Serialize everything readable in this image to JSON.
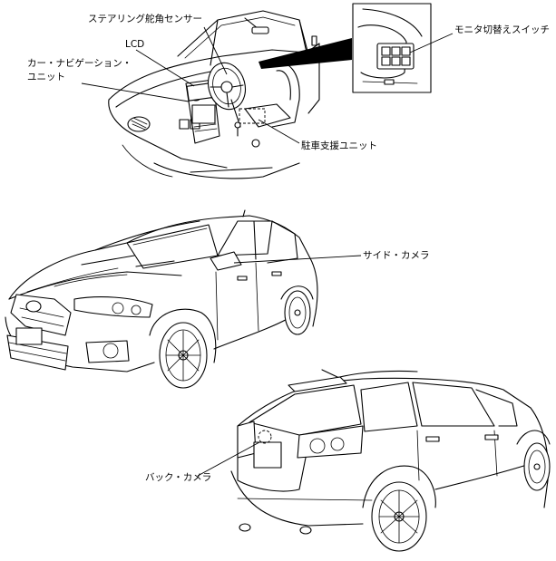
{
  "labels": {
    "steering_sensor": "ステアリング舵角センサー",
    "lcd": "LCD",
    "nav_unit_line1": "カー・ナビゲーション・",
    "nav_unit_line2": "ユニット",
    "monitor_switch": "モニタ切替えスイッチ",
    "parking_unit": "駐車支援ユニット",
    "side_camera": "サイド・カメラ",
    "back_camera": "バック・カメラ"
  },
  "colors": {
    "line": "#000000",
    "background": "#ffffff"
  }
}
